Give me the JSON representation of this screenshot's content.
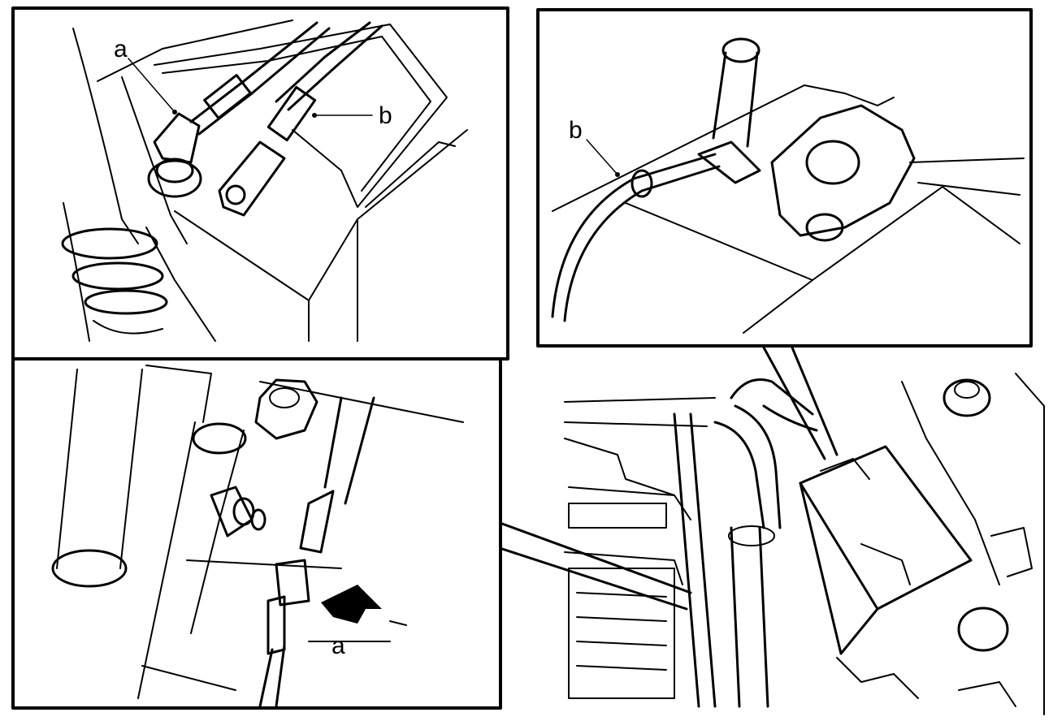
{
  "panels": {
    "top_left": {
      "label_a": "a",
      "label_b": "b"
    },
    "top_right": {
      "label_b": "b"
    },
    "bottom_left": {
      "label_a": "a"
    },
    "bottom_right": {}
  }
}
